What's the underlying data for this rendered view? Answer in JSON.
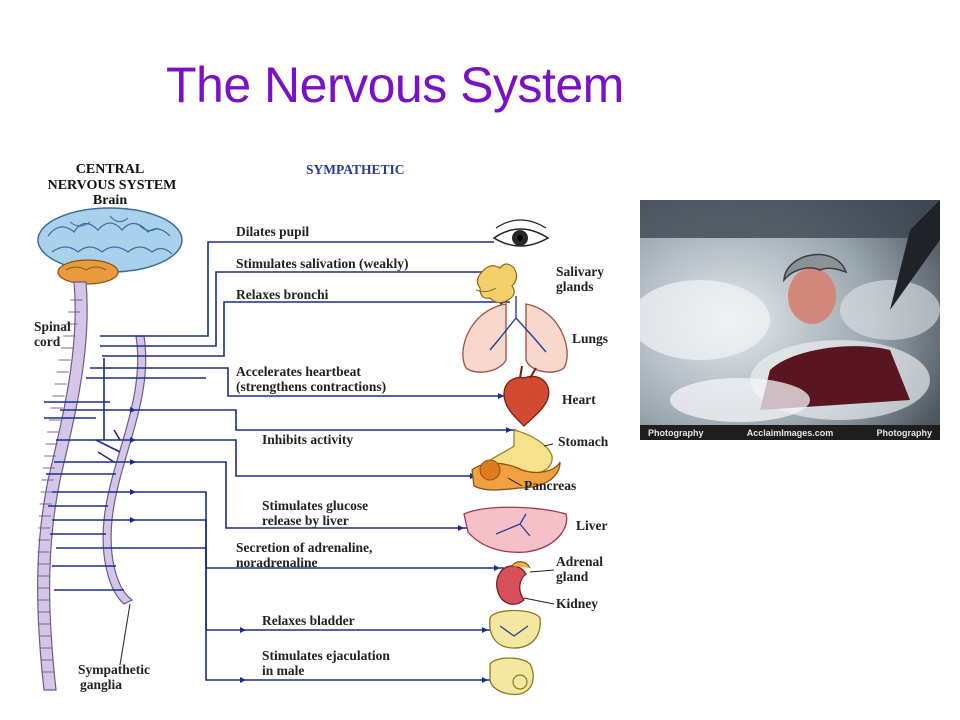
{
  "slide": {
    "title": "The Nervous System",
    "title_color": "#7a10c8"
  },
  "diagram": {
    "header_cns": [
      "CENTRAL",
      "NERVOUS SYSTEM"
    ],
    "brain_label": "Brain",
    "spinal_label": [
      "Spinal",
      "cord"
    ],
    "sympathetic_heading": "SYMPATHETIC",
    "ganglia_label": [
      "Sympathetic",
      "ganglia"
    ],
    "nerve_color": "#1c2c8c",
    "heading_color": "#2a3a9a",
    "effects": [
      {
        "lines": [
          "Dilates pupil"
        ]
      },
      {
        "lines": [
          "Stimulates salivation (weakly)"
        ]
      },
      {
        "lines": [
          "Relaxes bronchi"
        ]
      },
      {
        "lines": [
          "Accelerates heartbeat",
          "(strengthens contractions)"
        ]
      },
      {
        "lines": [
          "Inhibits activity"
        ]
      },
      {
        "lines": [
          "Stimulates glucose",
          "release by liver"
        ]
      },
      {
        "lines": [
          "Secretion of adrenaline,",
          "noradrenaline"
        ]
      },
      {
        "lines": [
          "Relaxes bladder"
        ]
      },
      {
        "lines": [
          "Stimulates ejaculation",
          "in male"
        ]
      }
    ],
    "organs": [
      {
        "lines": [
          "Salivary",
          "glands"
        ]
      },
      {
        "lines": [
          "Lungs"
        ]
      },
      {
        "lines": [
          "Heart"
        ]
      },
      {
        "lines": [
          "Stomach"
        ]
      },
      {
        "lines": [
          "Pancreas"
        ]
      },
      {
        "lines": [
          "Liver"
        ]
      },
      {
        "lines": [
          "Adrenal",
          "gland"
        ]
      },
      {
        "lines": [
          "Kidney"
        ]
      }
    ]
  },
  "photo": {
    "watermark": [
      "Photography",
      "AcclaimImages.com",
      "Photography"
    ]
  }
}
